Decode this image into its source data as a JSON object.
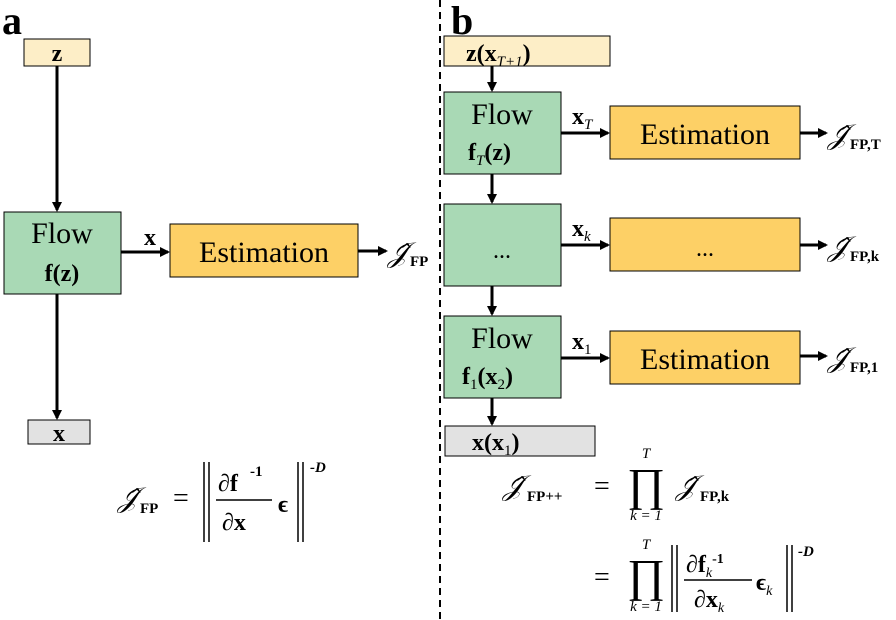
{
  "colors": {
    "input_box": "#fdeec7",
    "flow_box": "#a9d9b5",
    "estimation_box": "#fdd066",
    "output_box": "#e2e2e2",
    "stroke": "#000000"
  },
  "panel_a": {
    "label": "a",
    "input": "z",
    "flow_title": "Flow",
    "flow_func": "f(z)",
    "edge_var": "x",
    "estimation": "Estimation",
    "output": "𝒥̂",
    "output_sub": "FP",
    "final": "x",
    "equation": {
      "lhs": "𝒥̂",
      "lhs_sub": "FP",
      "eq": "=",
      "num": "∂f",
      "num_sup": "-1",
      "den": "∂x",
      "eps": "ϵ",
      "exp": "-D"
    }
  },
  "panel_b": {
    "label": "b",
    "input": "z(x",
    "input_sub": "T+1",
    "input_close": ")",
    "stages": [
      {
        "title": "Flow",
        "func": "f",
        "func_sub": "T",
        "func_arg": "(z)",
        "edge_var": "x",
        "edge_sub": "T",
        "estimation": "Estimation",
        "output": "𝒥̂",
        "output_sub": "FP,T"
      },
      {
        "title": "...",
        "edge_var": "x",
        "edge_sub": "k",
        "estimation": "...",
        "output": "𝒥̂",
        "output_sub": "FP,k"
      },
      {
        "title": "Flow",
        "func": "f",
        "func_sub": "1",
        "func_arg": "(x",
        "func_arg_sub": "2",
        "func_arg_close": ")",
        "edge_var": "x",
        "edge_sub": "1",
        "estimation": "Estimation",
        "output": "𝒥̂",
        "output_sub": "FP,1"
      }
    ],
    "final": "x(x",
    "final_sub": "1",
    "final_close": ")",
    "equation": {
      "lhs": "𝒥̂",
      "lhs_sub": "FP++",
      "eq1": "=",
      "prod": "∏",
      "prod_top": "T",
      "prod_bottom": "k = 1",
      "term": "𝒥̂",
      "term_sub": "FP,k",
      "eq2": "=",
      "num": "∂f",
      "num_sub": "k",
      "num_sup": "-1",
      "den": "∂x",
      "den_sub": "k",
      "eps": "ϵ",
      "eps_sub": "k",
      "exp": "-D"
    }
  }
}
